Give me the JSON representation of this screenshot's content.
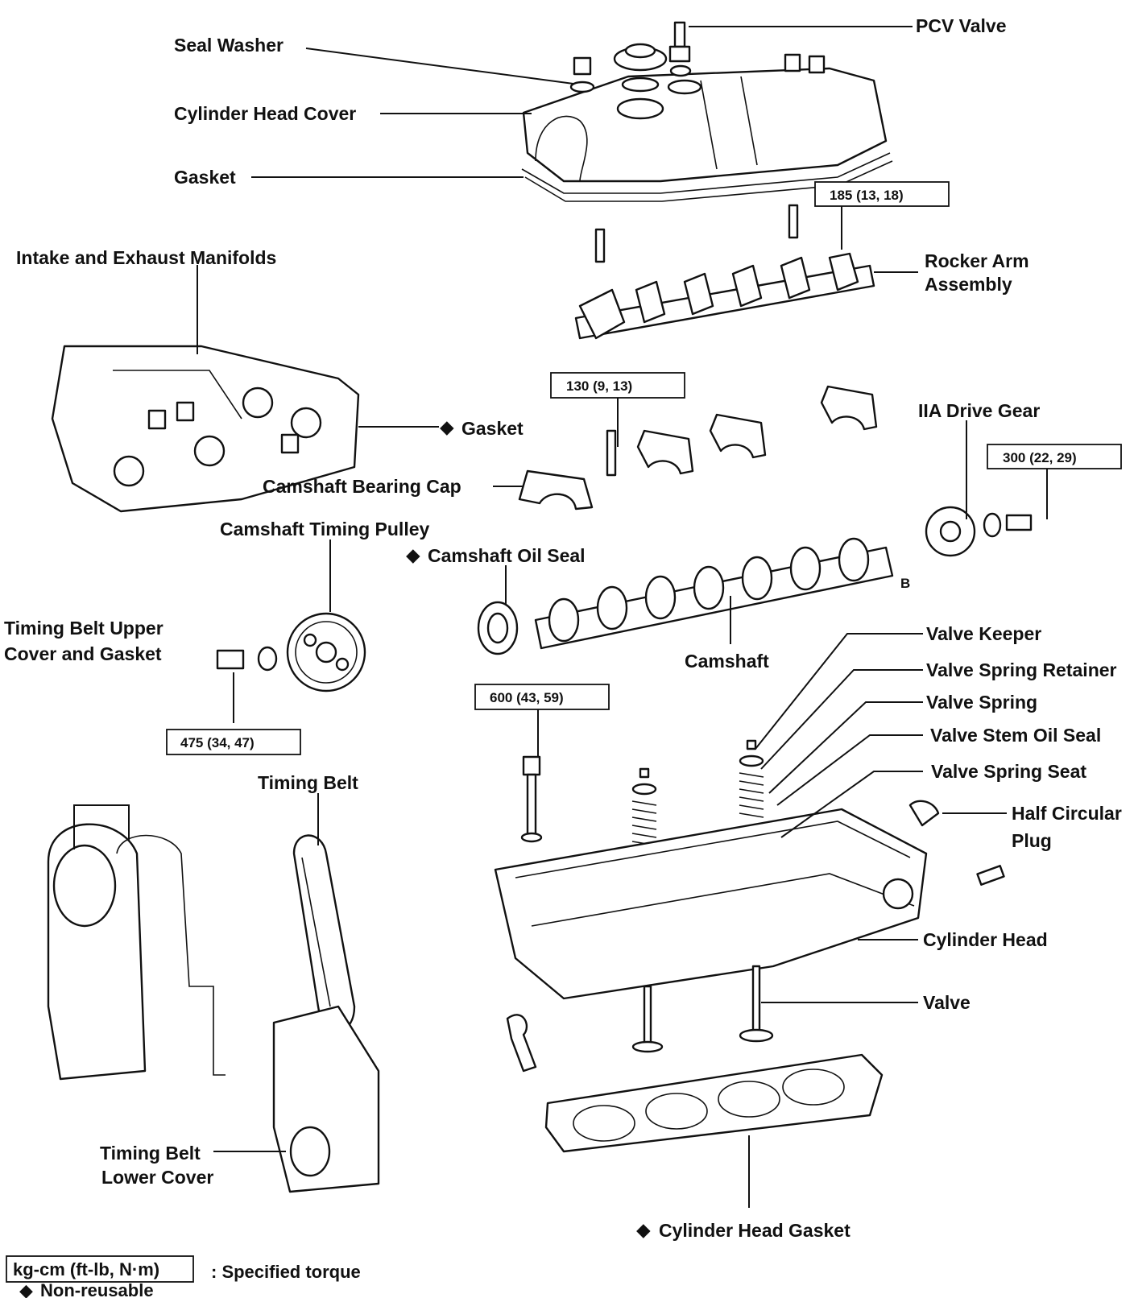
{
  "labels": {
    "pcv_valve": "PCV Valve",
    "seal_washer": "Seal Washer",
    "cylinder_head_cover": "Cylinder Head Cover",
    "gasket_top": "Gasket",
    "rocker_arm_line1": "Rocker Arm",
    "rocker_arm_line2": "Assembly",
    "manifolds": "Intake and Exhaust Manifolds",
    "gasket_manifold": "Gasket",
    "bearing_cap": "Camshaft Bearing Cap",
    "timing_pulley": "Camshaft Timing Pulley",
    "oil_seal": "Camshaft Oil Seal",
    "iia_gear": "IIA Drive Gear",
    "upper_cover_line1": "Timing Belt Upper",
    "upper_cover_line2": "Cover and Gasket",
    "camshaft": "Camshaft",
    "b_mark": "B",
    "valve_keeper": "Valve Keeper",
    "spring_retainer": "Valve Spring Retainer",
    "valve_spring": "Valve Spring",
    "stem_oil_seal": "Valve Stem Oil Seal",
    "spring_seat": "Valve Spring Seat",
    "timing_belt": "Timing Belt",
    "half_plug_line1": "Half Circular",
    "half_plug_line2": "Plug",
    "cylinder_head": "Cylinder Head",
    "valve": "Valve",
    "lower_cover_line1": "Timing Belt",
    "lower_cover_line2": "Lower Cover",
    "head_gasket": "Cylinder Head Gasket"
  },
  "torques": {
    "rocker": "185 (13, 18)",
    "bearing_cap": "130 (9, 13)",
    "iia_gear": "300 (22, 29)",
    "head_bolt": "600 (43, 59)",
    "pulley": "475 (34, 47)"
  },
  "legend": {
    "unit_box": "kg-cm (ft-lb, N·m)",
    "unit_desc": ": Specified torque",
    "nonreusable": "Non-reusable",
    "marker": "◆"
  }
}
